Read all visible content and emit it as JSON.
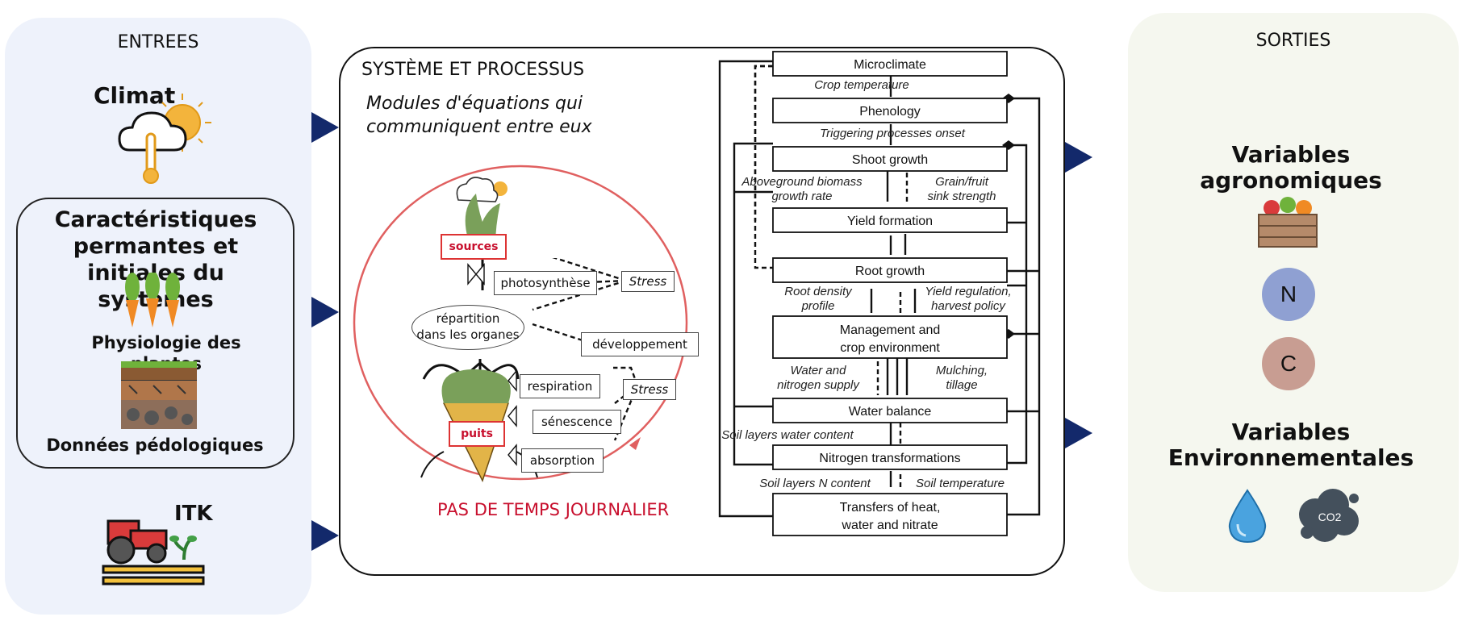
{
  "inputs": {
    "title": "ENTREES",
    "climat": "Climat",
    "caract_title": "Caractéristiques permantes et initiales du systèmes",
    "physio": "Physiologie des plantes",
    "pedo": "Données pédologiques",
    "itk": "ITK"
  },
  "system": {
    "title": "SYSTÈME ET PROCESSUS",
    "subtitle_line1": "Modules d'équations qui",
    "subtitle_line2": "communiquent entre eux",
    "time_step": "PAS DE TEMPS JOURNALIER",
    "plant": {
      "sources": "sources",
      "puits": "puits",
      "photosynthese": "photosynthèse",
      "repartition1": "répartition",
      "repartition2": "dans les organes",
      "developpement": "développement",
      "stress1": "Stress",
      "stress2": "Stress",
      "respiration": "respiration",
      "senescence": "sénescence",
      "absorption": "absorption"
    },
    "flow": {
      "microclimate": "Microclimate",
      "crop_temperature": "Crop temperature",
      "phenology": "Phenology",
      "triggering": "Triggering processes onset",
      "shoot_growth": "Shoot growth",
      "agb1": "Aboveground biomass",
      "agb2": "growth rate",
      "grain1": "Grain/fruit",
      "grain2": "sink strength",
      "yield_formation": "Yield formation",
      "root_growth": "Root growth",
      "rd1": "Root density",
      "rd2": "profile",
      "yr1": "Yield regulation,",
      "yr2": "harvest policy",
      "mgmt1": "Management and",
      "mgmt2": "crop environment",
      "wn1": "Water and",
      "wn2": "nitrogen supply",
      "mt1": "Mulching,",
      "mt2": "tillage",
      "water_balance": "Water balance",
      "soil_water": "Soil layers water content",
      "nitrogen": "Nitrogen transformations",
      "soil_n": "Soil layers N content",
      "soil_temp": "Soil temperature",
      "transfers1": "Transfers of heat,",
      "transfers2": "water and nitrate"
    }
  },
  "outputs": {
    "title": "SORTIES",
    "agro1": "Variables",
    "agro2": "agronomiques",
    "n": "N",
    "c": "C",
    "env1": "Variables",
    "env2": "Environnementales",
    "co2": "CO2"
  },
  "colors": {
    "arrow": "#13296b",
    "time_step": "#c8102e",
    "n_circle": "#8fa0d2",
    "c_circle": "#c89d92",
    "water_drop": "#4aa3df",
    "co2_cloud": "#44505c"
  }
}
